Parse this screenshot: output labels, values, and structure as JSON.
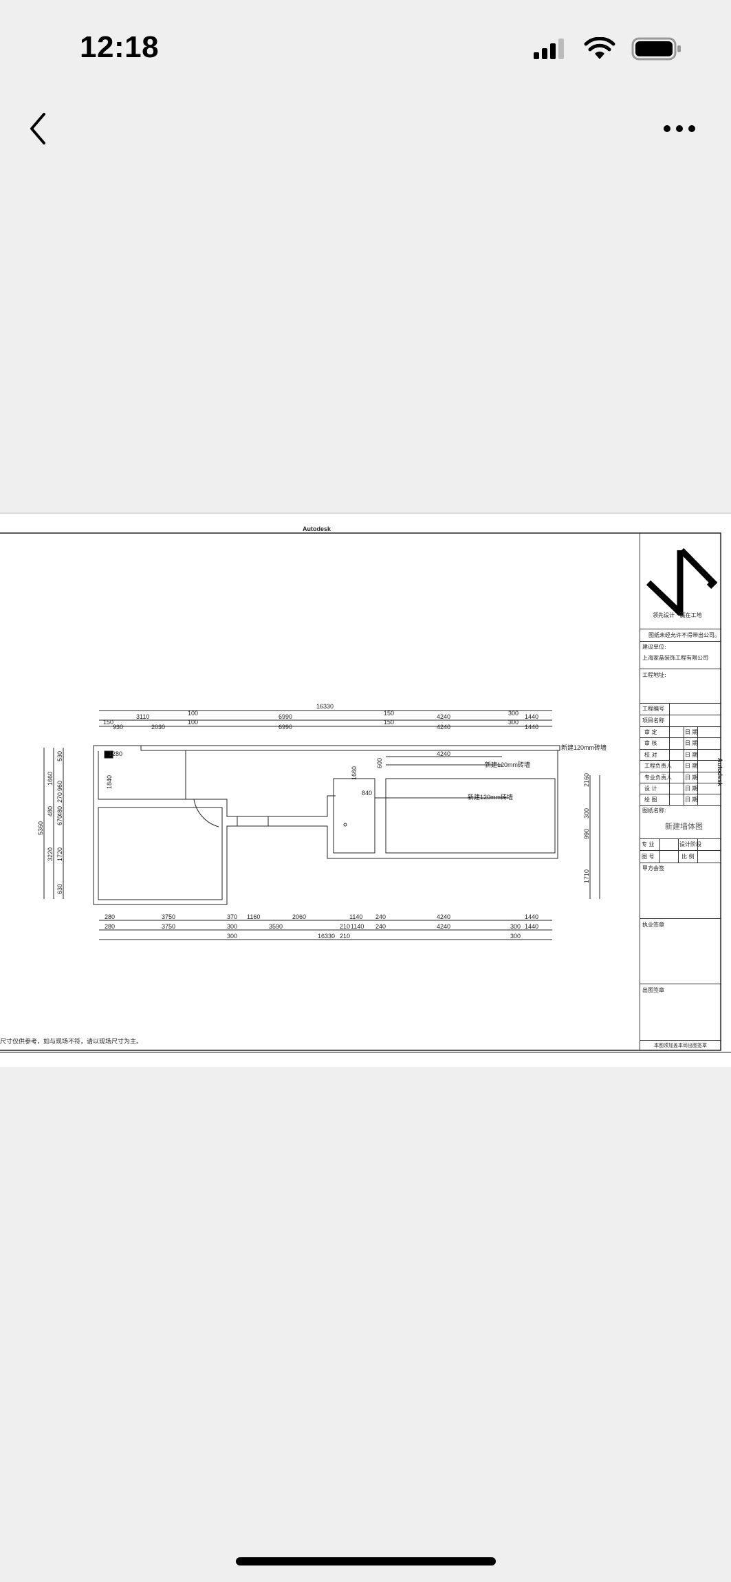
{
  "status": {
    "time": "12:18"
  },
  "nav": {
    "back_icon": "chevron-left-icon",
    "more_icon": "more-horizontal-icon"
  },
  "drawing": {
    "watermark": "Autodesk",
    "note": "尺寸仅供参考，如与现场不符，请以现场尺寸为主。",
    "dims_top": [
      [
        "16330",
        "100",
        "150",
        "300"
      ],
      [
        "150",
        "3110",
        "100",
        "6990",
        "150",
        "4240",
        "300",
        "1440"
      ],
      [
        "930",
        "2030",
        "6990",
        "4240",
        "1440"
      ]
    ],
    "dims_bottom": [
      [
        "280",
        "3750",
        "370",
        "1160",
        "2060",
        "1140",
        "240",
        "4240",
        "1440"
      ],
      [
        "280",
        "3750",
        "300",
        "3590",
        "210",
        "1140",
        "240",
        "4240",
        "300",
        "1440"
      ],
      [
        "16330",
        "300",
        "210",
        "300"
      ]
    ],
    "dims_left": [
      "5360",
      "1660",
      "3220",
      "530",
      "960",
      "270",
      "480",
      "480",
      "670",
      "1720",
      "630"
    ],
    "dims_right": [
      "2160",
      "300",
      "990",
      "1710"
    ],
    "dims_inner": [
      "1280",
      "1840",
      "1660",
      "600",
      "840",
      "4240"
    ],
    "wall_labels": [
      "新建120mm砖墙",
      "新建120mm砖墙",
      "新建120mm砖墙"
    ]
  },
  "title_block": {
    "slogan": "领先设计 · 赢在工地",
    "warning": "图纸未经允许不得带出公司。",
    "client_label": "建设单位:",
    "client": "上海家晶装饰工程有限公司",
    "address_label": "工程地址:",
    "project_no": "工程编号",
    "project_name": "项目名称",
    "roles": [
      "审 定",
      "审 核",
      "校 对",
      "工程负责人",
      "专业负责人",
      "设 计",
      "绘 图"
    ],
    "date_label": "日 期",
    "drawing_name_label": "图纸名称:",
    "drawing_name": "新建墙体图",
    "specialty": "专 业",
    "design_stage": "设计阶段",
    "drawing_no": "图 号",
    "scale": "比 例",
    "client_sign": "甲方会签",
    "license_stamp": "执业签章",
    "issue_stamp": "出图签章",
    "footer": "本图须加盖本司出图签章"
  }
}
